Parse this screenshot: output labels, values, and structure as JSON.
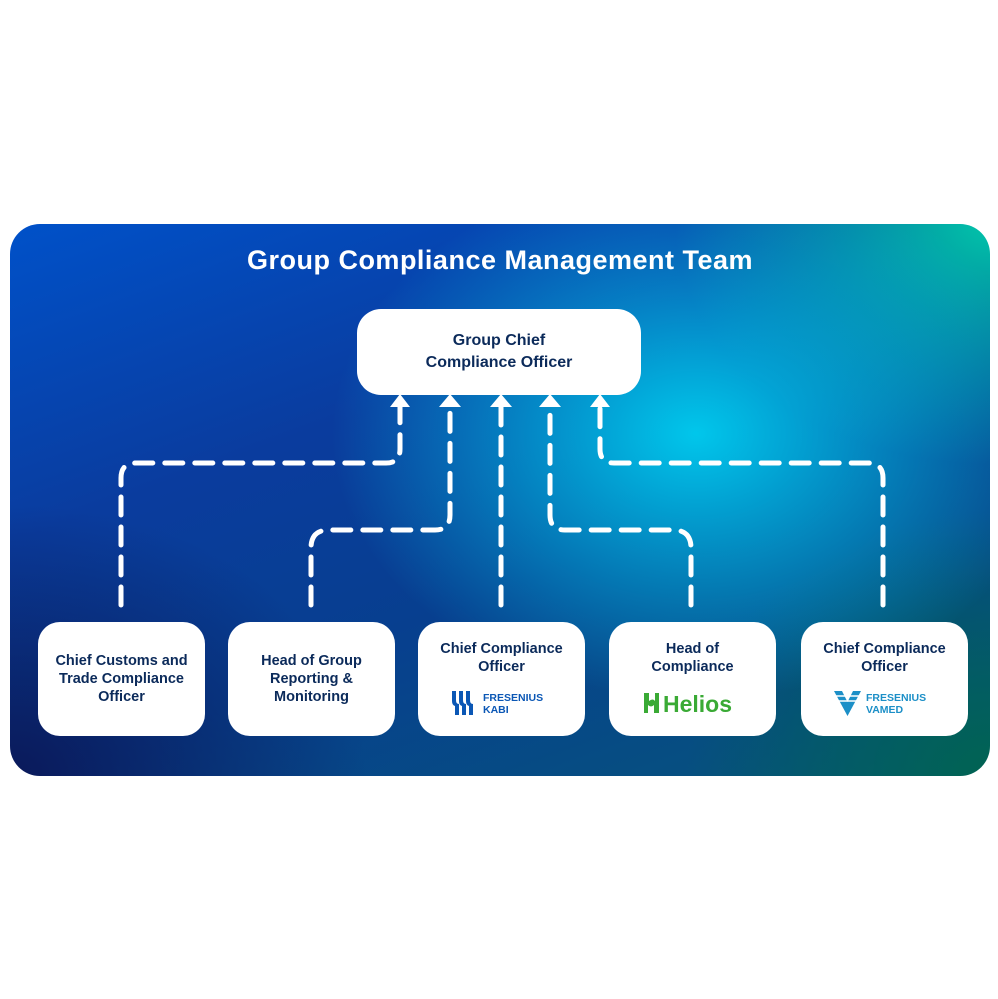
{
  "title": "Group Compliance Management Team",
  "top": {
    "label": "Group Chief\nCompliance Officer"
  },
  "boxes": [
    {
      "label": "Chief Customs and\nTrade Compliance\nOfficer"
    },
    {
      "label": "Head of Group\nReporting &\nMonitoring"
    },
    {
      "label": "Chief Compliance\nOfficer",
      "logo": {
        "name": "fresenius-kabi-logo",
        "line1": "FRESENIUS",
        "line2": "KABI",
        "color": "#0b57b5"
      }
    },
    {
      "label": "Head of\nCompliance",
      "logo": {
        "name": "helios-logo",
        "text": "Helios",
        "color": "#3aaa35"
      }
    },
    {
      "label": "Chief Compliance\nOfficer",
      "logo": {
        "name": "fresenius-vamed-logo",
        "line1": "FRESENIUS",
        "line2": "VAMED",
        "color": "#1c8fc7"
      }
    }
  ],
  "colors": {
    "connector": "#ffffff",
    "text": "#0b2a5a"
  }
}
